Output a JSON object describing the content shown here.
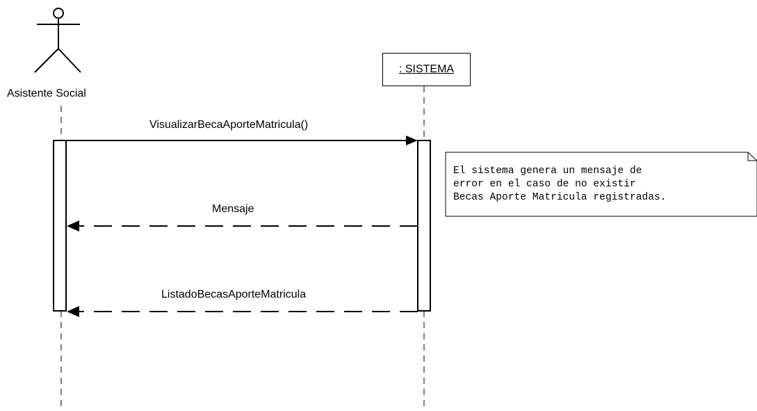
{
  "diagram": {
    "type": "uml-sequence-diagram",
    "actor": {
      "name": "Asistente Social",
      "icon": "stick-figure-icon"
    },
    "object": {
      "name": ": SISTEMA"
    },
    "messages": [
      {
        "label": "VisualizarBecaAporteMatricula()",
        "kind": "synchronous-call",
        "from": "Asistente Social",
        "to": ": SISTEMA"
      },
      {
        "label": "Mensaje",
        "kind": "return",
        "from": ": SISTEMA",
        "to": "Asistente Social"
      },
      {
        "label": "ListadoBecasAporteMatricula",
        "kind": "return",
        "from": ": SISTEMA",
        "to": "Asistente Social"
      }
    ],
    "note": {
      "lines": [
        "El sistema genera un mensaje de",
        "error en el caso de no existir",
        "Becas Aporte Matricula registradas."
      ]
    },
    "colors": {
      "line": "#000000",
      "background": "#ffffff"
    }
  }
}
